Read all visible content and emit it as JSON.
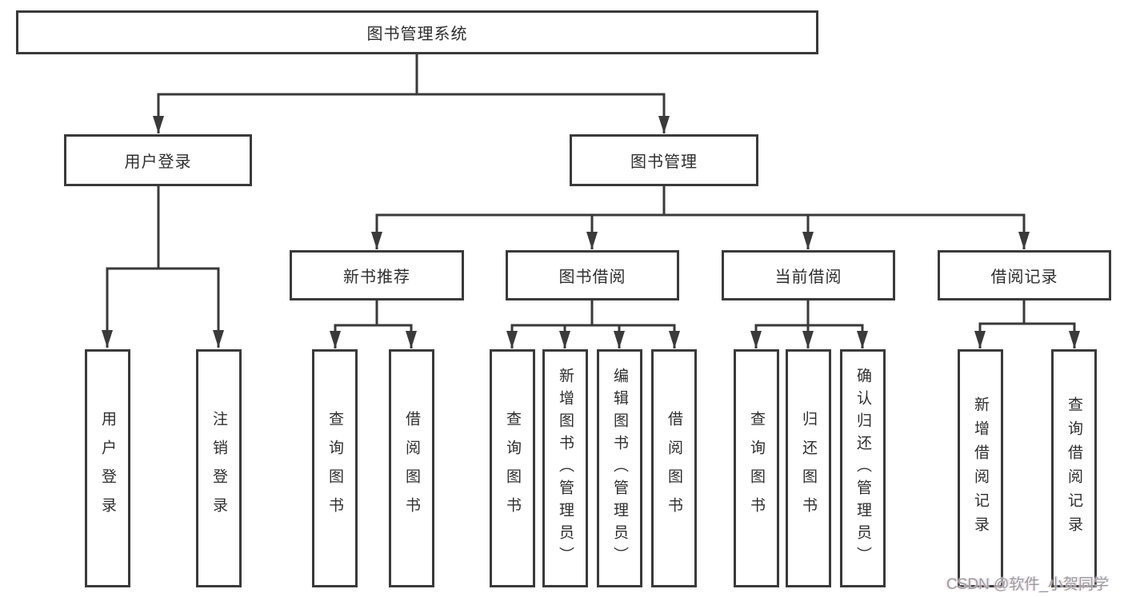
{
  "colors": {
    "line": "#3a3a3a",
    "text": "#2e2e2e",
    "background": "#ffffff",
    "watermark_gray": "#9b9b9d"
  },
  "diagram": {
    "root": {
      "label": "图书管理系统"
    },
    "branches": [
      {
        "label": "用户登录",
        "children": [
          {
            "label": "用户登录"
          },
          {
            "label": "注销登录"
          }
        ]
      },
      {
        "label": "图书管理",
        "children": [
          {
            "label": "新书推荐",
            "children": [
              {
                "label": "查询图书"
              },
              {
                "label": "借阅图书"
              }
            ]
          },
          {
            "label": "图书借阅",
            "children": [
              {
                "label": "查询图书"
              },
              {
                "label": "新增图书（管理员）"
              },
              {
                "label": "编辑图书（管理员）"
              },
              {
                "label": "借阅图书"
              }
            ]
          },
          {
            "label": "当前借阅",
            "children": [
              {
                "label": "查询图书"
              },
              {
                "label": "归还图书"
              },
              {
                "label": "确认归还（管理员）"
              }
            ]
          },
          {
            "label": "借阅记录",
            "children": [
              {
                "label": "新增借阅记录"
              },
              {
                "label": "查询借阅记录"
              }
            ]
          }
        ]
      }
    ]
  },
  "watermark": {
    "text": "CSDN @软件_小贺同学"
  }
}
